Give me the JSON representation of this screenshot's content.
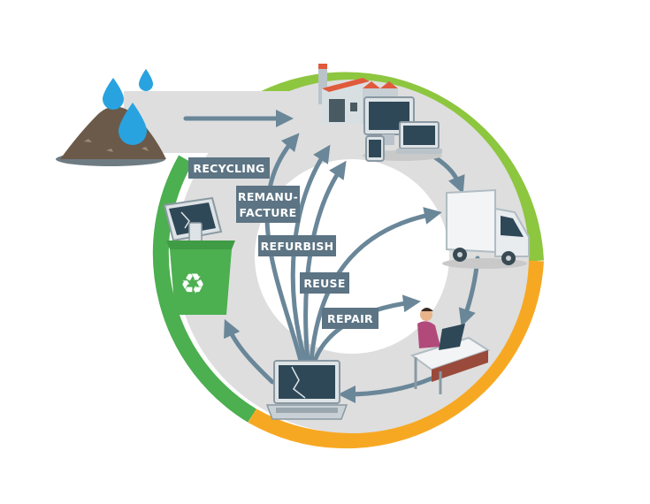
{
  "labels": {
    "recycling": "RECYCLING",
    "remanufacture_line1": "REMANU-",
    "remanufacture_line2": "FACTURE",
    "refurbish": "REFURBISH",
    "reuse": "REUSE",
    "repair": "REPAIR"
  },
  "colors": {
    "ring_top": "#8dc63f",
    "ring_bottom": "#f7a823",
    "ring_left": "#4caf50",
    "ring_inner": "#dedede",
    "arrow": "#6a8799",
    "label_bg": "#5c7484",
    "bin": "#4caf50",
    "screen": "#2f4858"
  },
  "icons": {
    "raw_material": "raw-material-pile-icon",
    "factory": "factory-icon",
    "devices": "electronic-devices-icon",
    "truck": "delivery-truck-icon",
    "user": "person-at-desk-icon",
    "broken_laptop": "broken-laptop-icon",
    "recycle_bin": "recycle-bin-icon"
  }
}
